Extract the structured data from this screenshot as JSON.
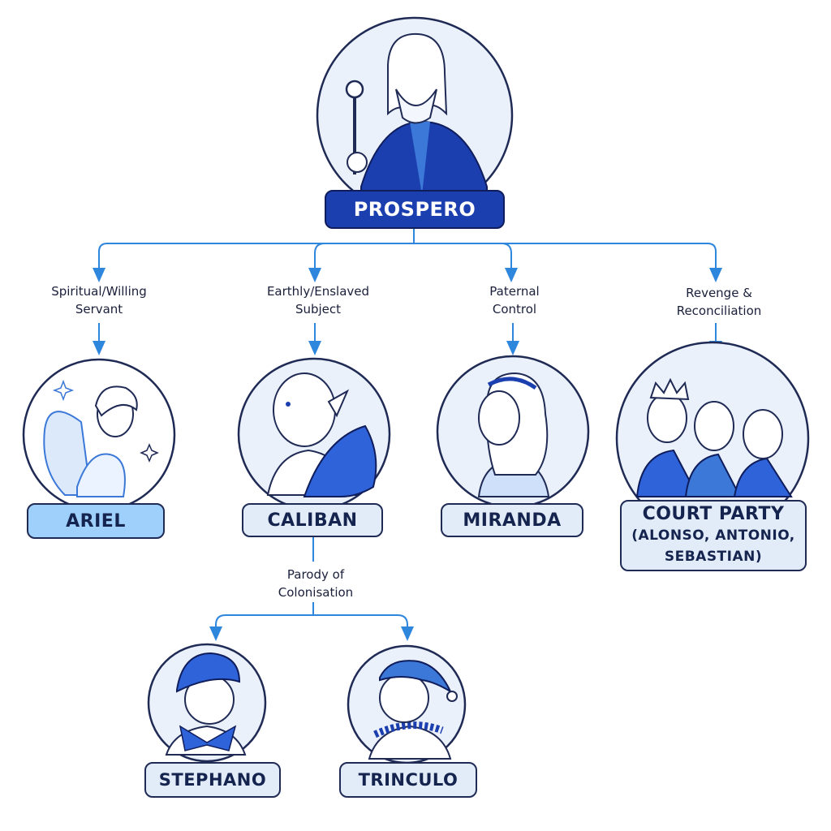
{
  "root": {
    "name": "PROSPERO"
  },
  "relationships": [
    {
      "id": "ariel",
      "line1": "Spiritual/Willing",
      "line2": "Servant"
    },
    {
      "id": "caliban",
      "line1": "Earthly/Enslaved",
      "line2": "Subject"
    },
    {
      "id": "miranda",
      "line1": "Paternal",
      "line2": "Control"
    },
    {
      "id": "court",
      "line1": "Revenge &",
      "line2": "Reconciliation"
    }
  ],
  "characters": {
    "ariel": "ARIEL",
    "caliban": "CALIBAN",
    "miranda": "MIRANDA",
    "court_party": {
      "title": "COURT PARTY",
      "members_line1": "(ALONSO, ANTONIO,",
      "members_line2": "SEBASTIAN)"
    },
    "stephano": "STEPHANO",
    "trinculo": "TRINCULO"
  },
  "sub_relationship": {
    "line1": "Parody of",
    "line2": "Colonisation"
  },
  "colors": {
    "primary": "#1c3fb0",
    "accent": "#3b78d8",
    "connector": "#2f86dd",
    "label_fill": "#e2ecf9",
    "ariel_fill": "#9fd0fb",
    "outline": "#1f2a55"
  }
}
